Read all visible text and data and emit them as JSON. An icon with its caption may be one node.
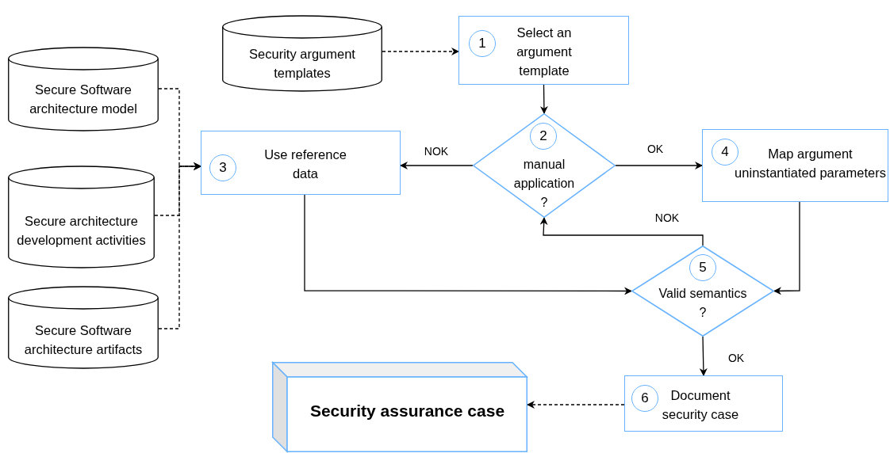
{
  "diagram": {
    "nodes": [
      {
        "text": [
          "Security argument templates"
        ]
      },
      {
        "text": [
          "1",
          "Select an argument template"
        ]
      },
      {
        "text": [
          "Secure Software architecture model"
        ]
      },
      {
        "text": [
          "3",
          "Use reference data"
        ]
      },
      {
        "text": [
          "2",
          "manual application ?"
        ]
      },
      {
        "text": [
          "4",
          "Map argument uninstantiated parameters"
        ]
      },
      {
        "text": [
          "Secure architecture development activities"
        ]
      },
      {
        "text": [
          "5",
          "Valid semantics ?"
        ]
      },
      {
        "text": [
          "Secure Software architecture artifacts"
        ]
      },
      {
        "text": [
          "Security assurance case"
        ]
      },
      {
        "text": [
          "6",
          "Document security case"
        ]
      }
    ],
    "edges": [
      {
        "from": 0,
        "to": 1,
        "arrow": "to",
        "style": "dashed"
      },
      {
        "from": 1,
        "to": 4,
        "arrow": "to"
      },
      {
        "from": 4,
        "to": 3,
        "arrow": "to",
        "label": "NOK"
      },
      {
        "from": 4,
        "to": 5,
        "arrow": "to",
        "label": "OK"
      },
      {
        "from": 2,
        "to": 3,
        "arrow": "to",
        "style": "dashed"
      },
      {
        "from": 6,
        "to": 3,
        "arrow": "to",
        "style": "dashed"
      },
      {
        "from": 8,
        "to": 3,
        "arrow": "to",
        "style": "dashed"
      },
      {
        "from": 3,
        "to": 7,
        "arrow": "to"
      },
      {
        "from": 5,
        "to": 7,
        "arrow": "to"
      },
      {
        "from": 7,
        "to": 4,
        "arrow": "to",
        "label": "NOK"
      },
      {
        "from": 7,
        "to": 10,
        "arrow": "to",
        "label": "OK"
      },
      {
        "from": 10,
        "to": 9,
        "arrow": "to",
        "style": "dashed"
      }
    ]
  }
}
